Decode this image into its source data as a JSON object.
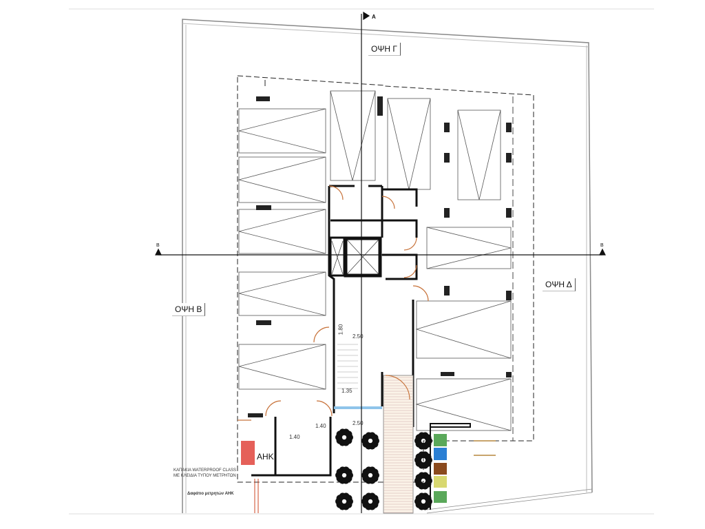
{
  "drawing": {
    "section_a_label": "A",
    "section_b_label_left": "B",
    "section_b_label_right": "B",
    "elevations": {
      "north": "ΟΨΗ Γ",
      "west": "ΟΨΗ Β",
      "east": "ΟΨΗ Δ"
    },
    "electric_room_label": "ΑΗΚ",
    "dimensions": [
      "2.50",
      "1.35",
      "1.40",
      "2.50",
      "1.40",
      "1.80"
    ],
    "notes": {
      "note_1": "ΚΑΠΑΚΙΑ WATERPROOF CLASS",
      "note_2": "ΜΕ ΚΛΕΙΔΙΑ ΤΥΠΟΥ ΜΕΤΡΗΤΩΝ",
      "note_3": "Δαφάτιο μετρητών ΑΗΚ"
    },
    "colors": {
      "wall": "#111111",
      "door": "#c8743c",
      "electric": "#e0443c",
      "bin_green": "#5aa85a",
      "bin_blue": "#2a7fd4",
      "bin_brown": "#8a4a1e",
      "bin_yellow": "#d8d870",
      "glass": "#8ec4ea"
    }
  }
}
